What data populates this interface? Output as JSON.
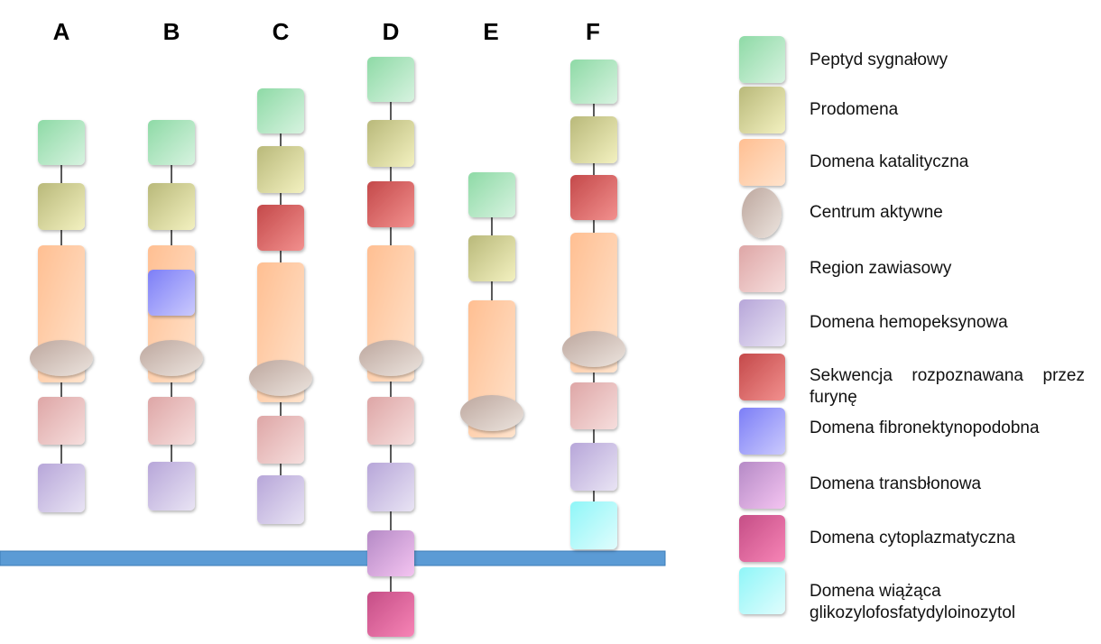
{
  "columns": [
    {
      "label": "A",
      "domains": [
        "signal",
        "pro",
        "cat",
        "active",
        "hinge",
        "hemo"
      ]
    },
    {
      "label": "B",
      "domains": [
        "signal",
        "pro",
        "cat",
        "fibro",
        "active",
        "hinge",
        "hemo"
      ]
    },
    {
      "label": "C",
      "domains": [
        "signal",
        "pro",
        "furin",
        "cat",
        "active",
        "hinge",
        "hemo"
      ]
    },
    {
      "label": "D",
      "domains": [
        "signal",
        "pro",
        "furin",
        "cat",
        "active",
        "hinge",
        "hemo",
        "trans",
        "cyto"
      ]
    },
    {
      "label": "E",
      "domains": [
        "signal",
        "pro",
        "cat",
        "active"
      ]
    },
    {
      "label": "F",
      "domains": [
        "signal",
        "pro",
        "furin",
        "cat",
        "active",
        "hinge",
        "hemo",
        "gpi"
      ]
    }
  ],
  "legend": [
    {
      "key": "signal",
      "label": "Peptyd sygnałowy",
      "color_light": "#d7f3e0",
      "color_dark": "#8edaa6"
    },
    {
      "key": "pro",
      "label": "Prodomena",
      "color_light": "#f3f1c0",
      "color_dark": "#b9b97a"
    },
    {
      "key": "cat",
      "label": "Domena katalityczna",
      "color_light": "#ffe3cc",
      "color_dark": "#ffbf92"
    },
    {
      "key": "active",
      "label": "Centrum aktywne",
      "color_light": "#ece4de",
      "color_dark": "#bda79e"
    },
    {
      "key": "hinge",
      "label": "Region zawiasowy",
      "color_light": "#f6dedd",
      "color_dark": "#dea6a6"
    },
    {
      "key": "hemo",
      "label": "Domena hemopeksynowa",
      "color_light": "#e9e4f4",
      "color_dark": "#b7a6d9"
    },
    {
      "key": "furin",
      "label": "Sekwencja rozpoznawana przez furynę",
      "color_light": "#f2908e",
      "color_dark": "#c4494a"
    },
    {
      "key": "fibro",
      "label": "Domena fibronektynopodobna",
      "color_light": "#cbcafd",
      "color_dark": "#7c7ef7"
    },
    {
      "key": "trans",
      "label": "Domena transbłonowa",
      "color_light": "#f4c4f1",
      "color_dark": "#b58ac6"
    },
    {
      "key": "cyto",
      "label": "Domena cytoplazmatyczna",
      "color_light": "#f784b6",
      "color_dark": "#c54e86"
    },
    {
      "key": "gpi",
      "label": "Domena wiążąca glikozylofosfatydyloinozytol",
      "color_light": "#e0fdfd",
      "color_dark": "#8ff6f8"
    }
  ],
  "colors": {
    "membrane": "#5b9bd5",
    "membrane_border": "#3e7cb8",
    "connector": "#000000"
  }
}
